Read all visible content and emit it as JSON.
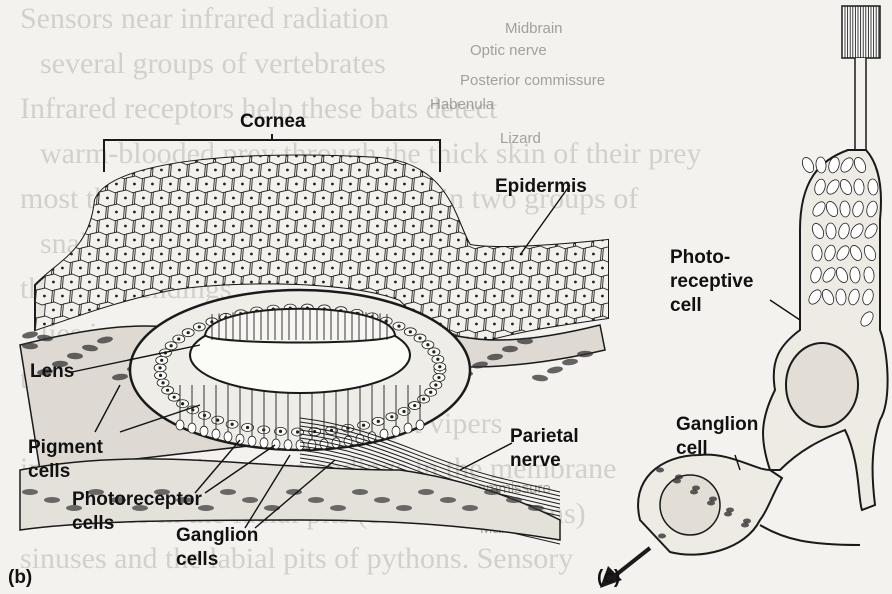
{
  "background_text": {
    "lines": [
      "Sensors near infrared radiation",
      "several groups of vertebrates",
      "Infrared receptors help these bats detect",
      "warm-blooded prey through the thick skin of their prey",
      "most thoroughly studied are found in two groups of",
      "snakes ... the facial pit organs",
      "the nerve endings",
      "lies in a cavity of the pit",
      "the free nerve endings lie",
      "receptors in the facial pits of pit vipers",
      "infrared receptive nerve endings in the membrane",
      "receptors in the facial pits (boas and pythons)",
      "sinuses and the labial pits of pythons. Sensory"
    ],
    "fragments": [
      "Midbrain",
      "Optic nerve",
      "Posterior commissure",
      "Habenula",
      "Mammal",
      "Lizard",
      "commissure"
    ]
  },
  "labels": {
    "cornea": "Cornea",
    "epidermis": "Epidermis",
    "lens": "Lens",
    "pigment_cells": "Pigment\ncells",
    "photoreceptor_cells": "Photoreceptor\ncells",
    "ganglion_cells": "Ganglion\ncells",
    "parietal_nerve": "Parietal\nnerve",
    "photoreceptive_cell": "Photo-\nreceptive\ncell",
    "ganglion_cell": "Ganglion\ncell",
    "panel_b": "(b)",
    "panel_c": "(c)"
  }
}
